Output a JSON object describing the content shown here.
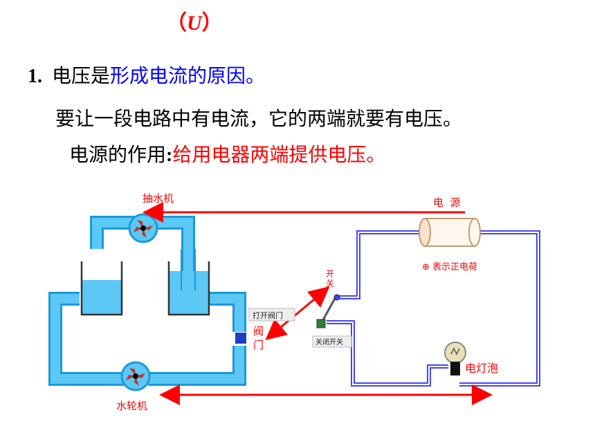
{
  "heading": {
    "open": "（",
    "symbol": "U",
    "close": "）"
  },
  "point1": {
    "number": "1.",
    "black": "电压是",
    "blue": "形成电流的原因。"
  },
  "sentence2": "要让一段电路中有电流，它的两端就要有电压。",
  "sentence3": {
    "black": "电源的作用",
    "colon": ":",
    "red": "给用电器两端提供电压。"
  },
  "diagram": {
    "pump": "抽水机",
    "source": "电  源",
    "positive_charge": "⊕ 表示正电荷",
    "switch": [
      "开",
      "关"
    ],
    "open_valve": "打开阀门",
    "valve": [
      "阀",
      "门"
    ],
    "close_switch": "关闭开关",
    "bulb": "电灯泡",
    "turbine": "水轮机"
  },
  "colors": {
    "water": "#5bc8f5",
    "pipe_outline": "#1a9ad6",
    "wire": "#4444ff",
    "arrow": "#ff0000",
    "text_red": "#ff0000",
    "text_blue": "#0000ff"
  }
}
